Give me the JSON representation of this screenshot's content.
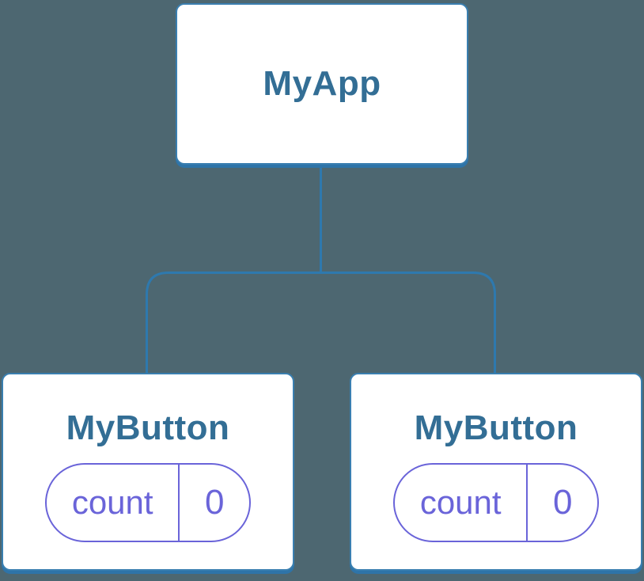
{
  "colors": {
    "background": "#4d6771",
    "box_border": "#3a7fb0",
    "box_fill": "#ffffff",
    "box_shadow": "#2e74a8",
    "title_text": "#336e95",
    "connector": "#2e79ae",
    "state_purple": "#6a64d9"
  },
  "tree": {
    "root": {
      "label": "MyApp"
    },
    "children": [
      {
        "label": "MyButton",
        "state": {
          "key": "count",
          "value": "0"
        }
      },
      {
        "label": "MyButton",
        "state": {
          "key": "count",
          "value": "0"
        }
      }
    ]
  }
}
